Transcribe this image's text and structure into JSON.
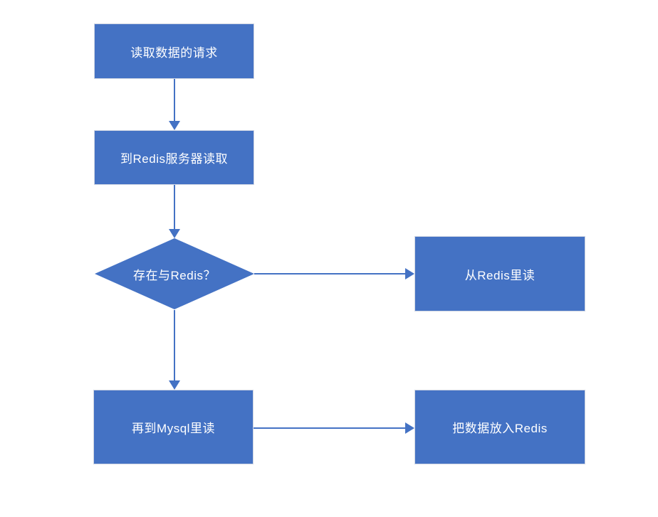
{
  "diagram": {
    "type": "flowchart",
    "colors": {
      "background": "#ffffff",
      "node_fill": "#4472C4",
      "node_border": "#cfd5e2",
      "text": "#ffffff",
      "arrow": "#4472C4"
    },
    "nodes": [
      {
        "id": "read-request",
        "shape": "rect",
        "label": "读取数据的请求"
      },
      {
        "id": "read-from-redis-server",
        "shape": "rect",
        "label": "到Redis服务器读取"
      },
      {
        "id": "exists-in-redis",
        "shape": "diamond",
        "label": "存在与Redis？"
      },
      {
        "id": "read-from-redis",
        "shape": "rect",
        "label": "从Redis里读"
      },
      {
        "id": "read-from-mysql",
        "shape": "rect",
        "label": "再到Mysql里读"
      },
      {
        "id": "put-data-into-redis",
        "shape": "rect",
        "label": "把数据放入Redis"
      }
    ],
    "edges": [
      {
        "from": "read-request",
        "to": "read-from-redis-server",
        "direction": "down"
      },
      {
        "from": "read-from-redis-server",
        "to": "exists-in-redis",
        "direction": "down"
      },
      {
        "from": "exists-in-redis",
        "to": "read-from-redis",
        "direction": "right"
      },
      {
        "from": "exists-in-redis",
        "to": "read-from-mysql",
        "direction": "down"
      },
      {
        "from": "read-from-mysql",
        "to": "put-data-into-redis",
        "direction": "right"
      }
    ]
  }
}
